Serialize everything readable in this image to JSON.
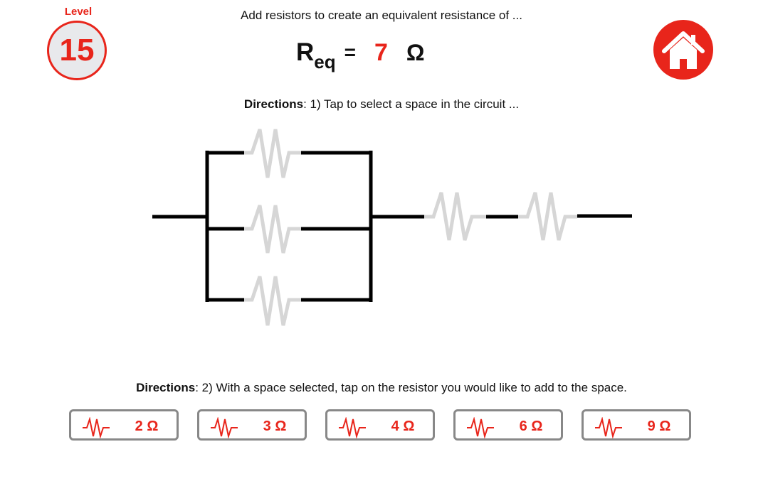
{
  "level": {
    "label": "Level",
    "number": "15"
  },
  "prompt": "Add resistors to create an equivalent resistance of ...",
  "req": {
    "symbol": "R",
    "subscript": "eq",
    "equals": "=",
    "value": "7",
    "unit": "Ω"
  },
  "directions1": {
    "bold": "Directions",
    "text": ": 1) Tap to select a space in the circuit ..."
  },
  "directions2": {
    "bold": "Directions",
    "text": ": 2) With a space selected, tap on the resistor you would like to add to the space."
  },
  "resistors": [
    {
      "label": "2 Ω"
    },
    {
      "label": "3 Ω"
    },
    {
      "label": "4 Ω"
    },
    {
      "label": "6 Ω"
    },
    {
      "label": "9 Ω"
    }
  ],
  "colors": {
    "accent": "#e8251b",
    "wire": "#000000",
    "empty_slot": "#d6d6d6",
    "button_border": "#888888"
  },
  "icons": {
    "home": "home-icon",
    "resistor": "resistor-icon"
  }
}
